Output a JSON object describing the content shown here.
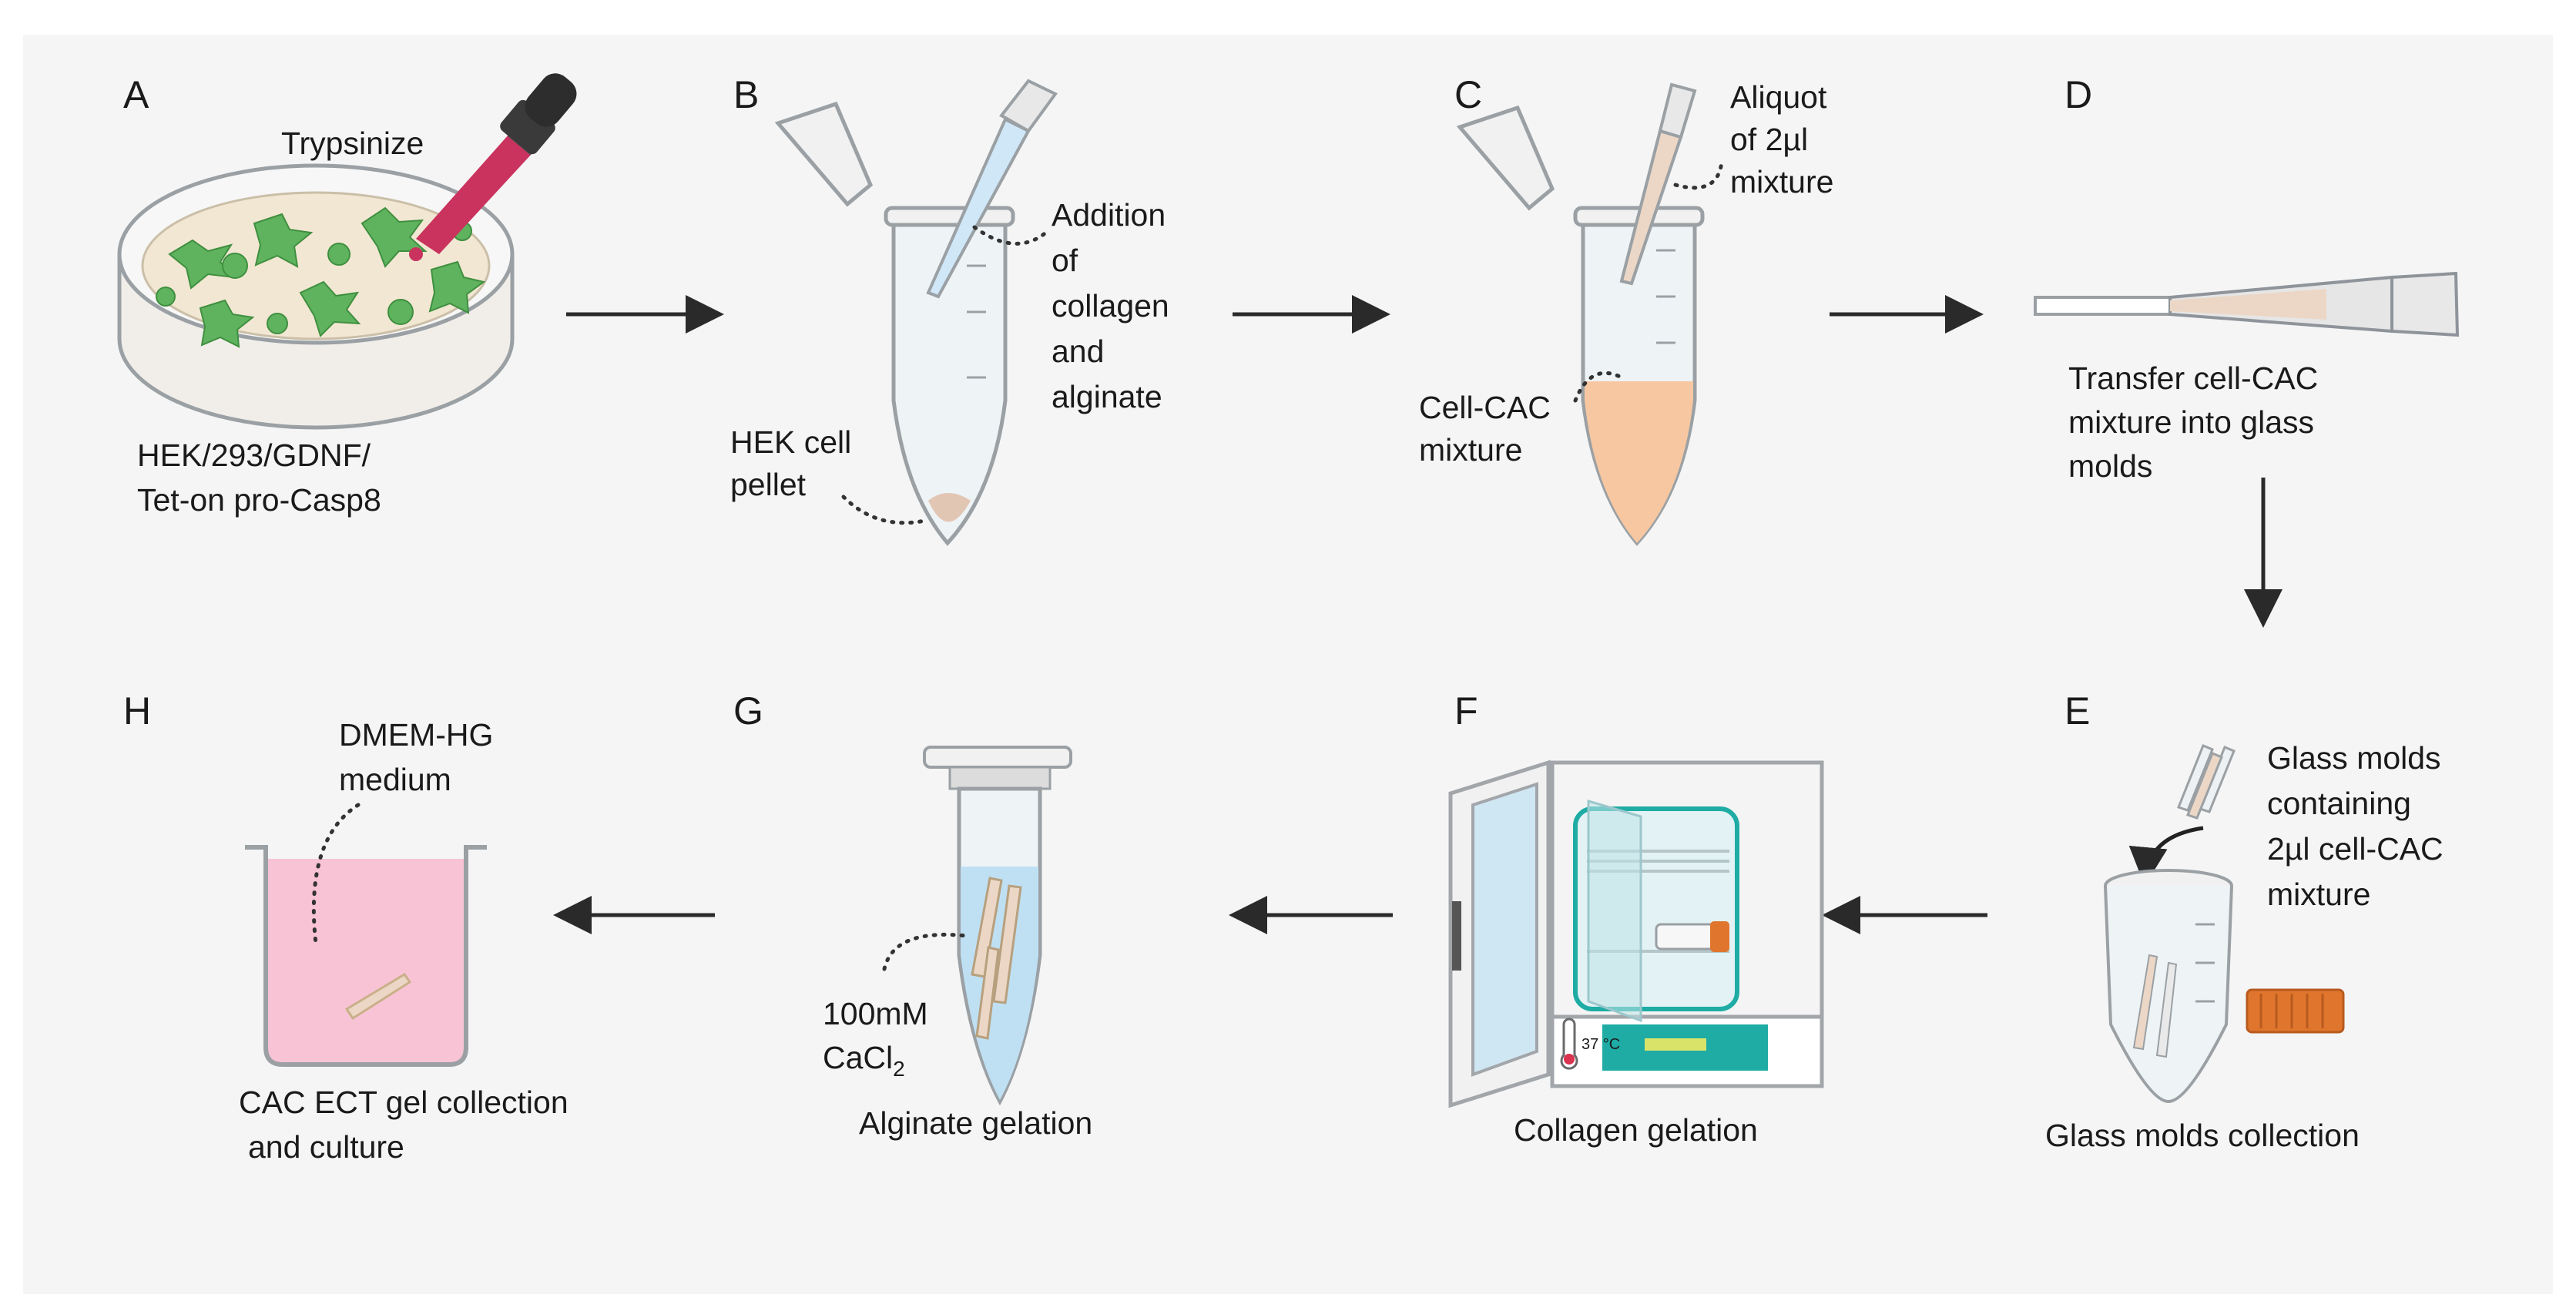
{
  "panels": {
    "A": {
      "letter": "A",
      "top_label": "Trypsinize",
      "caption_lines": [
        "HEK/293/GDNF/",
        "Tet-on pro-Casp8"
      ]
    },
    "B": {
      "letter": "B",
      "addition_lines": [
        "Addition",
        "of",
        "collagen",
        "and",
        "alginate"
      ],
      "pellet_lines": [
        "HEK cell",
        "pellet"
      ]
    },
    "C": {
      "letter": "C",
      "aliquot_lines": [
        "Aliquot",
        "of 2µl",
        "mixture"
      ],
      "mixture_lines": [
        "Cell-CAC",
        "mixture"
      ]
    },
    "D": {
      "letter": "D",
      "caption_lines": [
        "Transfer cell-CAC",
        "mixture into glass",
        "molds"
      ]
    },
    "E": {
      "letter": "E",
      "note_lines": [
        "Glass molds",
        "containing",
        "2µl cell-CAC",
        "mixture"
      ],
      "caption": "Glass molds collection"
    },
    "F": {
      "letter": "F",
      "temperature": "37 °C",
      "caption": "Collagen gelation"
    },
    "G": {
      "letter": "G",
      "solution_lines": [
        "100mM",
        "CaCl"
      ],
      "solution_subscript": "2",
      "caption": "Alginate gelation"
    },
    "H": {
      "letter": "H",
      "medium_lines": [
        "DMEM-HG",
        "medium"
      ],
      "caption_lines": [
        "CAC ECT gel collection",
        "and culture"
      ]
    }
  },
  "colors": {
    "background_panel": "#f5f5f5",
    "cell_green": "#5fb35f",
    "dish_medium": "#f2e7d3",
    "pink_liquid": "#f8c3d4",
    "orange_liquid": "#f6c7a1",
    "teal_panel": "#1eaca4",
    "orange_cap": "#e0762d",
    "arrow": "#2a2a2a"
  }
}
